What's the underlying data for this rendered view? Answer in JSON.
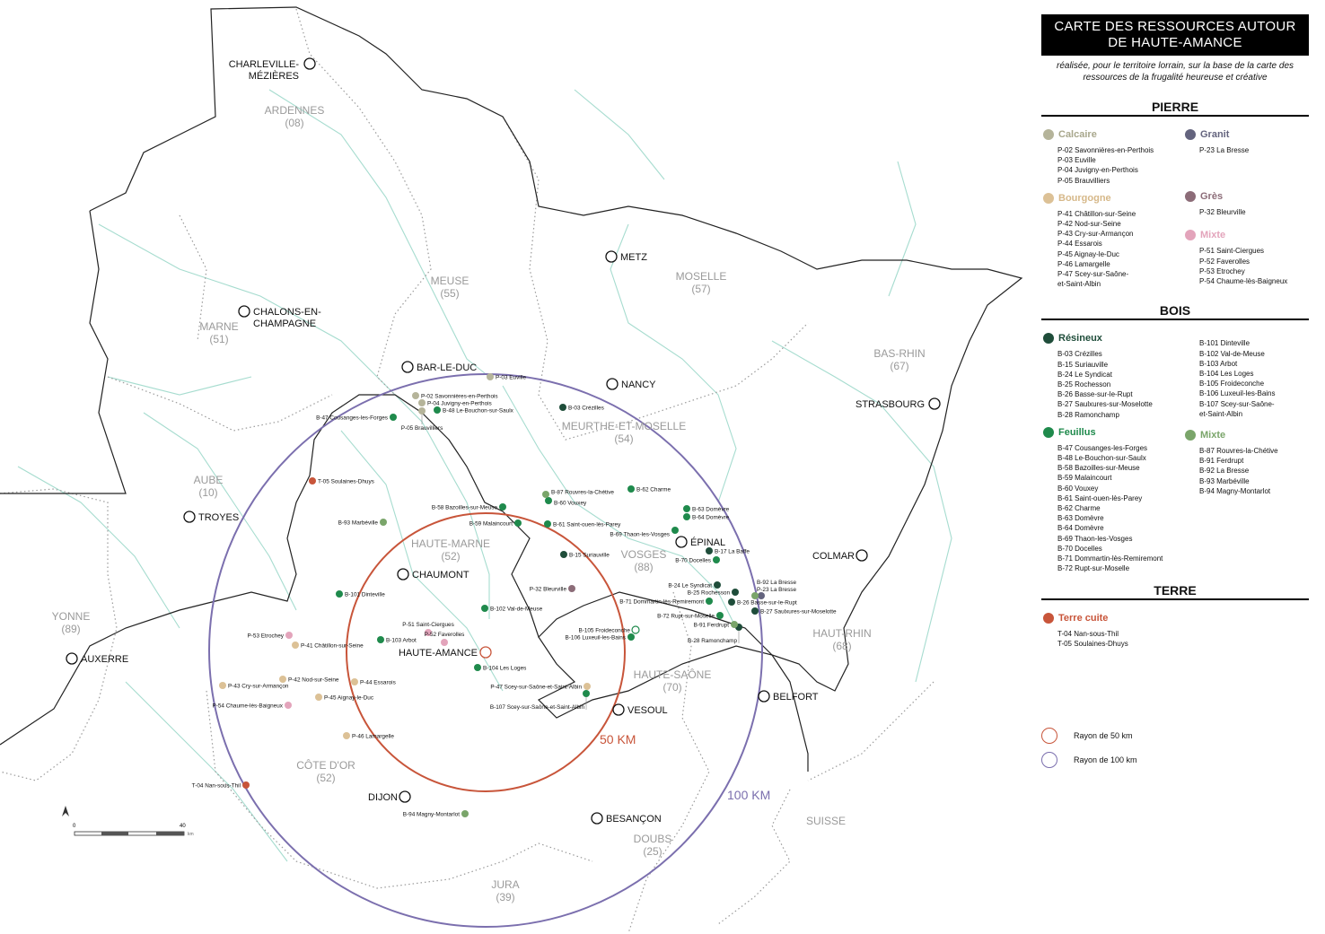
{
  "legend": {
    "title": "CARTE DES RESSOURCES AUTOUR DE HAUTE-AMANCE",
    "subtitle": "réalisée, pour le territoire lorrain, sur la base de la carte des ressources de la frugalité heureuse et créative",
    "sections": {
      "pierre": {
        "heading": "PIERRE",
        "calcaire": {
          "label": "Calcaire",
          "color": "#b5b49a",
          "items": [
            "P-02 Savonnières-en-Perthois",
            "P-03 Euville",
            "P-04 Juvigny-en-Perthois",
            "P-05 Brauvilliers"
          ]
        },
        "bourgogne": {
          "label": "Bourgogne",
          "color": "#dcc196",
          "items": [
            "P-41 Châtillon-sur-Seine",
            "P-42 Nod-sur-Seine",
            "P-43 Cry-sur-Armançon",
            "P-44 Essarois",
            "P-45 Aignay-le-Duc",
            "P-46 Lamargelle",
            "P-47 Scey-sur-Saône-",
            "et-Saint-Albin"
          ]
        },
        "granit": {
          "label": "Granit",
          "color": "#64647e",
          "items": [
            "P-23 La Bresse"
          ]
        },
        "gres": {
          "label": "Grès",
          "color": "#8c6c78",
          "items": [
            "P-32 Bleurville"
          ]
        },
        "mixte": {
          "label": "Mixte",
          "color": "#e3a4bb",
          "items": [
            "P-51 Saint-Ciergues",
            "P-52 Faverolles",
            "P-53 Etrochey",
            "P-54 Chaume-lès-Baigneux"
          ]
        }
      },
      "bois": {
        "heading": "BOIS",
        "resineux": {
          "label": "Résineux",
          "color": "#1f4d3a",
          "items": [
            "B-03 Crézilles",
            "B-15 Suriauville",
            "B-24 Le Syndicat",
            "B-25 Rochesson",
            "B-26 Basse-sur-le-Rupt",
            "B-27 Saulxures-sur-Moselotte",
            "B-28 Ramonchamp"
          ]
        },
        "resineux2": {
          "items": [
            "B-101 Dinteville",
            "B-102 Val-de-Meuse",
            "B-103 Arbot",
            "B-104 Les Loges",
            "B-105 Froideconche",
            "B-106 Luxeuil-les-Bains",
            "B-107 Scey-sur-Saône-",
            "et-Saint-Albin"
          ]
        },
        "feuillus": {
          "label": "Feuillus",
          "color": "#1f8a4c",
          "items": [
            "B-47 Cousanges-les-Forges",
            "B-48 Le-Bouchon-sur-Saulx",
            "B-58 Bazoilles-sur-Meuse",
            "B-59 Malaincourt",
            "B-60 Vouxey",
            "B-61 Saint-ouen-lès-Parey",
            "B-62 Charme",
            "B-63 Domèvre",
            "B-64 Domèvre",
            "B-69 Thaon-les-Vosges",
            "B-70 Docelles",
            "B-71 Dommartin-lès-Remiremont",
            "B-72 Rupt-sur-Moselle"
          ]
        },
        "mixte": {
          "label": "Mixte",
          "color": "#7aa56a",
          "items": [
            "B-87 Rouvres-la-Chétive",
            "B-91 Ferdrupt",
            "B-92 La Bresse",
            "B-93 Marbéville",
            "B-94 Magny-Montarlot"
          ]
        }
      },
      "terre": {
        "heading": "TERRE",
        "terre_cuite": {
          "label": "Terre cuite",
          "color": "#c8553a",
          "items": [
            "T-04 Nan-sous-Thil",
            "T-05 Soulaines-Dhuys"
          ]
        }
      }
    },
    "radius_50": {
      "label": "Rayon de 50 km",
      "color": "#c8553a"
    },
    "radius_100": {
      "label": "Rayon de 100 km",
      "color": "#7b6fae"
    }
  },
  "map": {
    "circle_labels": {
      "r50": "50 KM",
      "r100": "100 KM"
    },
    "scale": {
      "start": "0",
      "end": "40",
      "unit": "km"
    },
    "departments": [
      {
        "name": "ARDENNES",
        "code": "(08)"
      },
      {
        "name": "MEUSE",
        "code": "(55)"
      },
      {
        "name": "MOSELLE",
        "code": "(57)"
      },
      {
        "name": "MARNE",
        "code": "(51)"
      },
      {
        "name": "BAS-RHIN",
        "code": "(67)"
      },
      {
        "name": "AUBE",
        "code": "(10)"
      },
      {
        "name": "MEURTHE-ET-MOSELLE",
        "code": "(54)"
      },
      {
        "name": "HAUTE-MARNE",
        "code": "(52)"
      },
      {
        "name": "VOSGES",
        "code": "(88)"
      },
      {
        "name": "YONNE",
        "code": "(89)"
      },
      {
        "name": "HAUT-RHIN",
        "code": "(68)"
      },
      {
        "name": "HAUTE-SAÔNE",
        "code": "(70)"
      },
      {
        "name": "CÔTE D'OR",
        "code": "(52)"
      },
      {
        "name": "DOUBS",
        "code": "(25)"
      },
      {
        "name": "JURA",
        "code": "(39)"
      },
      {
        "name": "SUISSE",
        "code": ""
      }
    ],
    "cities": [
      "CHARLEVILLE-",
      "MÉZIÈRES",
      "METZ",
      "NANCY",
      "BAR-LE-DUC",
      "CHALONS-EN-",
      "CHAMPAGNE",
      "TROYES",
      "CHAUMONT",
      "ÉPINAL",
      "STRASBOURG",
      "COLMAR",
      "AUXERRE",
      "BELFORT",
      "VESOUL",
      "DIJON",
      "BESANÇON",
      "HAUTE-AMANCE"
    ],
    "markers": [
      {
        "label": "P-03 Euville",
        "type": "calcaire"
      },
      {
        "label": "P-02 Savonnières-en-Perthois",
        "type": "calcaire"
      },
      {
        "label": "P-04 Juvigny-en-Perthois",
        "type": "calcaire"
      },
      {
        "label": "P-05 Brauvilliers",
        "type": "calcaire"
      },
      {
        "label": "P-41 Châtillon-sur-Seine",
        "type": "bourgogne"
      },
      {
        "label": "P-42 Nod-sur-Seine",
        "type": "bourgogne"
      },
      {
        "label": "P-43 Cry-sur-Armançon",
        "type": "bourgogne"
      },
      {
        "label": "P-44 Essarois",
        "type": "bourgogne"
      },
      {
        "label": "P-45 Aignay-le-Duc",
        "type": "bourgogne"
      },
      {
        "label": "P-46 Lamargelle",
        "type": "bourgogne"
      },
      {
        "label": "P-47 Scey-sur-Saône-et-Saint-Albin",
        "type": "bourgogne"
      },
      {
        "label": "P-23 La Bresse",
        "type": "granit"
      },
      {
        "label": "P-32 Bleurville",
        "type": "gres"
      },
      {
        "label": "P-51 Saint-Ciergues",
        "type": "pmixte"
      },
      {
        "label": "P-52 Faverolles",
        "type": "pmixte"
      },
      {
        "label": "P-53 Etrochey",
        "type": "pmixte"
      },
      {
        "label": "P-54 Chaume-lès-Baigneux",
        "type": "pmixte"
      },
      {
        "label": "B-03 Crézilles",
        "type": "resineux"
      },
      {
        "label": "B-15 Suriauville",
        "type": "resineux"
      },
      {
        "label": "B-17 La Baffe",
        "type": "resineux"
      },
      {
        "label": "B-24 Le Syndicat",
        "type": "resineux"
      },
      {
        "label": "B-25 Rochesson",
        "type": "resineux"
      },
      {
        "label": "B-26 Basse-sur-le-Rupt",
        "type": "resineux"
      },
      {
        "label": "B-27 Saulxures-sur-Moselotte",
        "type": "resineux"
      },
      {
        "label": "B-28 Ramonchamp",
        "type": "resineux"
      },
      {
        "label": "B-47 Cousanges-les-Forges",
        "type": "feuillus"
      },
      {
        "label": "B-48 Le-Bouchon-sur-Saulx",
        "type": "feuillus"
      },
      {
        "label": "B-58 Bazoilles-sur-Meuse",
        "type": "feuillus"
      },
      {
        "label": "B-59 Malaincourt",
        "type": "feuillus"
      },
      {
        "label": "B-60 Vouxey",
        "type": "feuillus"
      },
      {
        "label": "B-61 Saint-ouen-lès-Parey",
        "type": "feuillus"
      },
      {
        "label": "B-62 Charme",
        "type": "feuillus"
      },
      {
        "label": "B-63 Domèvre",
        "type": "feuillus"
      },
      {
        "label": "B-64 Domèvre",
        "type": "feuillus"
      },
      {
        "label": "B-69 Thaon-les-Vosges",
        "type": "feuillus"
      },
      {
        "label": "B-70 Docelles",
        "type": "feuillus"
      },
      {
        "label": "B-71 Dommartin-lès-Remiremont",
        "type": "feuillus"
      },
      {
        "label": "B-72 Rupt-sur-Moselle",
        "type": "feuillus"
      },
      {
        "label": "B-101 Dinteville",
        "type": "feuillus"
      },
      {
        "label": "B-102 Val-de-Meuse",
        "type": "feuillus"
      },
      {
        "label": "B-103 Arbot",
        "type": "feuillus"
      },
      {
        "label": "B-104 Les Loges",
        "type": "feuillus"
      },
      {
        "label": "B-105 Froideconche",
        "type": "hollow"
      },
      {
        "label": "B-106 Luxeuil-les-Bains",
        "type": "feuillus"
      },
      {
        "label": "B-107 Scey-sur-Saône-et-Saint-Albin",
        "type": "feuillus"
      },
      {
        "label": "B-87 Rouvres-la-Chétive",
        "type": "bmixte"
      },
      {
        "label": "B-91 Ferdrupt",
        "type": "bmixte"
      },
      {
        "label": "B-92 La Bresse",
        "type": "bmixte"
      },
      {
        "label": "B-93 Marbéville",
        "type": "bmixte"
      },
      {
        "label": "B-94 Magny-Montarlot",
        "type": "bmixte"
      },
      {
        "label": "T-04 Nan-sous-Thil",
        "type": "terre"
      },
      {
        "label": "T-05 Soulaines-Dhuys",
        "type": "terre"
      }
    ],
    "type_colors": {
      "calcaire": "#b5b49a",
      "bourgogne": "#dcc196",
      "granit": "#64647e",
      "gres": "#8c6c78",
      "pmixte": "#e3a4bb",
      "resineux": "#1f4d3a",
      "feuillus": "#1f8a4c",
      "hollow": "#1f8a4c",
      "bmixte": "#7aa56a",
      "terre": "#c8553a"
    }
  }
}
